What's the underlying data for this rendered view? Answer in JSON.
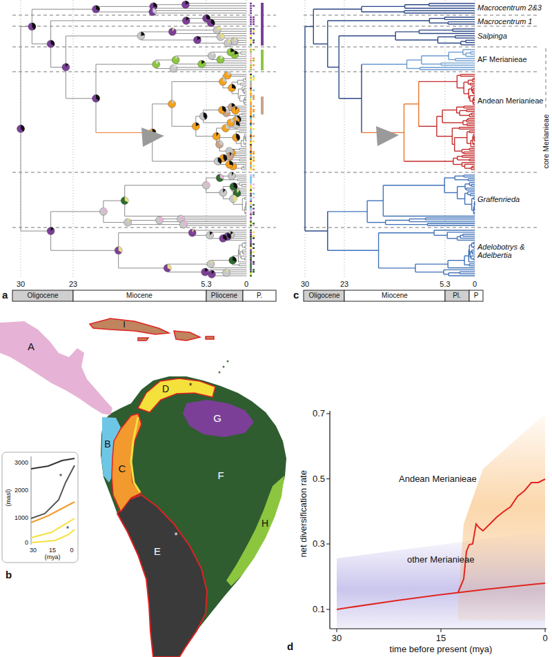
{
  "diagram": {
    "labels": [
      "Macrocentrum 2&3",
      "Macrocentrum 1",
      "Salpinga",
      "AF Merianieae",
      "Andean Merianieae",
      "core Merianieae",
      "Graffenrieda",
      "Adelobotrys & Adelbertia",
      "30",
      "23",
      "5.3",
      "0",
      "a",
      "Oligocene",
      "Miocene",
      "Pliocene",
      "P.",
      "30",
      "23",
      "5.3",
      "0",
      "c",
      "Oligocene",
      "Miocene",
      "Pl.",
      "P",
      "A",
      "B",
      "C",
      "D",
      "E",
      "F",
      "G",
      "H",
      "I",
      "b",
      "(masl)",
      "3000",
      "2000",
      "1000",
      "0",
      "30",
      "15",
      "0",
      "(mya)",
      "*",
      "*",
      "*",
      "*",
      "0.7",
      "0.5",
      "0.3",
      "0.1",
      "net diversification rate",
      "Andean Merianieae",
      "other Merianieae",
      "30",
      "15",
      "0",
      "time before present (mya)",
      "d"
    ]
  }
}
